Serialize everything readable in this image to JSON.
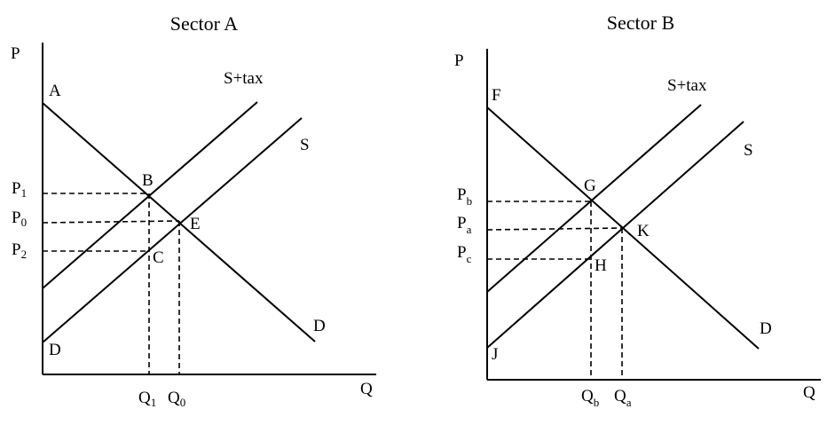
{
  "panels": [
    {
      "title": "Sector A",
      "axis_y": "P",
      "axis_x": "Q",
      "points": {
        "A": "A",
        "B": "B",
        "C": "C",
        "D": "D",
        "E": "E"
      },
      "curves": {
        "supply_tax": "S+tax",
        "supply": "S",
        "demand": "D"
      },
      "price_labels": [
        {
          "main": "P",
          "sub": "1"
        },
        {
          "main": "P",
          "sub": "0"
        },
        {
          "main": "P",
          "sub": "2"
        }
      ],
      "quantity_labels": [
        {
          "main": "Q",
          "sub": "1"
        },
        {
          "main": "Q",
          "sub": "0"
        }
      ]
    },
    {
      "title": "Sector B",
      "axis_y": "P",
      "axis_x": "Q",
      "points": {
        "F": "F",
        "G": "G",
        "H": "H",
        "J": "J",
        "K": "K"
      },
      "curves": {
        "supply_tax": "S+tax",
        "supply": "S",
        "demand": "D"
      },
      "price_labels": [
        {
          "main": "P",
          "sub": "b"
        },
        {
          "main": "P",
          "sub": "a"
        },
        {
          "main": "P",
          "sub": "c"
        }
      ],
      "quantity_labels": [
        {
          "main": "Q",
          "sub": "b"
        },
        {
          "main": "Q",
          "sub": "a"
        }
      ]
    }
  ]
}
